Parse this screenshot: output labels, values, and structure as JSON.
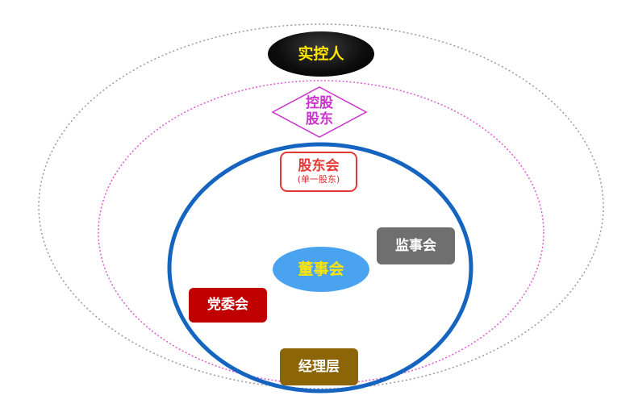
{
  "diagram": {
    "nodes": {
      "controller": {
        "label": "实控人"
      },
      "holding_shareholder": {
        "line1": "控股",
        "line2": "股东"
      },
      "shareholders_meeting": {
        "label": "股东会",
        "sublabel": "(单一股东)"
      },
      "board": {
        "label": "董事会"
      },
      "supervisory_board": {
        "label": "监事会"
      },
      "party_committee": {
        "label": "党委会"
      },
      "management": {
        "label": "经理层"
      }
    },
    "colors": {
      "outer_ring": "#9a9a9a",
      "middle_ring": "#e05ad0",
      "inner_ring": "#1565c0",
      "controller_text": "#ffe600",
      "holding_shareholder": "#cc33cc",
      "shareholders_meeting": "#e53935",
      "board_fill": "#4aa3ee",
      "supervisory_fill": "#6f6f6f",
      "party_fill": "#c00000",
      "management_fill": "#8b6508"
    }
  }
}
